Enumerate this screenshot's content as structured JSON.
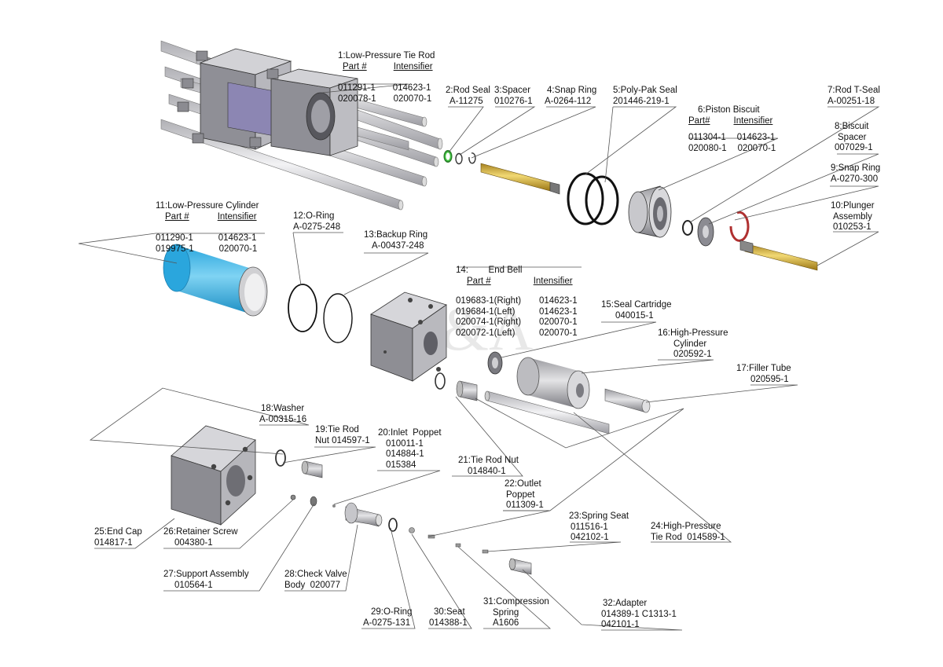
{
  "watermark": "A&A",
  "callouts": {
    "c1": {
      "title": "1:Low-Pressure Tie Rod",
      "col1": "Part #",
      "col2": "Intensifier",
      "rows": [
        [
          "011291-1",
          "014623-1"
        ],
        [
          "020078-1",
          "020070-1"
        ]
      ]
    },
    "c2": {
      "title": "2:Rod Seal",
      "part": "A-11275"
    },
    "c3": {
      "title": "3:Spacer",
      "part": "010276-1"
    },
    "c4": {
      "title": "4:Snap Ring",
      "part": "A-0264-112"
    },
    "c5": {
      "title": "5:Poly-Pak Seal",
      "part": "201446-219-1"
    },
    "c6": {
      "title": "6:Piston Biscuit",
      "col1": "Part#",
      "col2": "Intensifier",
      "rows": [
        [
          "011304-1",
          "014623-1"
        ],
        [
          "020080-1",
          "020070-1"
        ]
      ]
    },
    "c7": {
      "title": "7:Rod T-Seal",
      "part": "A-00251-18"
    },
    "c8": {
      "title": "8:Biscuit",
      "title2": "Spacer",
      "part": "007029-1"
    },
    "c9": {
      "title": "9:Snap Ring",
      "part": "A-0270-300"
    },
    "c10": {
      "title": "10:Plunger",
      "title2": "Assembly",
      "part": "010253-1"
    },
    "c11": {
      "title": "11:Low-Pressure Cylinder",
      "col1": "Part #",
      "col2": "Intensifier",
      "rows": [
        [
          "011290-1",
          "014623-1"
        ],
        [
          "019975-1",
          "020070-1"
        ]
      ]
    },
    "c12": {
      "title": "12:O-Ring",
      "part": "A-0275-248"
    },
    "c13": {
      "title": "13:Backup Ring",
      "part": "A-00437-248"
    },
    "c14": {
      "title": "14:        End Bell",
      "col1": "Part #",
      "col2": "Intensifier",
      "rows": [
        [
          "019683-1(Right)",
          "014623-1"
        ],
        [
          "019684-1(Left)",
          "014623-1"
        ],
        [
          "020074-1(Right)",
          "020070-1"
        ],
        [
          "020072-1(Left)",
          "020070-1"
        ]
      ]
    },
    "c15": {
      "title": "15:Seal Cartridge",
      "part": "040015-1"
    },
    "c16": {
      "title": "16:High-Pressure",
      "title2": "Cylinder",
      "part": "020592-1"
    },
    "c17": {
      "title": "17:Filler Tube",
      "part": "020595-1"
    },
    "c18": {
      "title": "18:Washer",
      "part": "A-00315-16"
    },
    "c19": {
      "title": "19:Tie Rod",
      "part": "Nut 014597-1"
    },
    "c20": {
      "title": "20:Inlet  Poppet",
      "parts": [
        "010011-1",
        "014884-1",
        "015384"
      ]
    },
    "c21": {
      "title": "21:Tie Rod Nut",
      "part": "014840-1"
    },
    "c22": {
      "title": "22:Outlet",
      "title2": "Poppet",
      "part": "011309-1"
    },
    "c23": {
      "title": "23:Spring Seat",
      "parts": [
        "011516-1",
        "042102-1"
      ]
    },
    "c24": {
      "title": "24:High-Pressure",
      "part": "Tie Rod  014589-1"
    },
    "c25": {
      "title": "25:End Cap",
      "part": "014817-1"
    },
    "c26": {
      "title": "26:Retainer Screw",
      "part": "004380-1"
    },
    "c27": {
      "title": "27:Support Assembly",
      "part": "010564-1"
    },
    "c28": {
      "title": "28:Check Valve",
      "part": "Body  020077"
    },
    "c29": {
      "title": "29:O-Ring",
      "part": "A-0275-131"
    },
    "c30": {
      "title": "30:Seat",
      "part": "014388-1"
    },
    "c31": {
      "title": "31:Compression",
      "title2": "Spring",
      "part": "A1606"
    },
    "c32": {
      "title": "32:Adapter",
      "parts": [
        "014389-1 C1313-1",
        "042101-1"
      ]
    }
  },
  "colors": {
    "cylinder_blue": "#3fb7e6",
    "brass": "#d8b43c",
    "seal_green": "#3fc43f",
    "snap_red": "#c0392b",
    "metal": "#b8b8b8",
    "dark_metal": "#6d6d72"
  }
}
